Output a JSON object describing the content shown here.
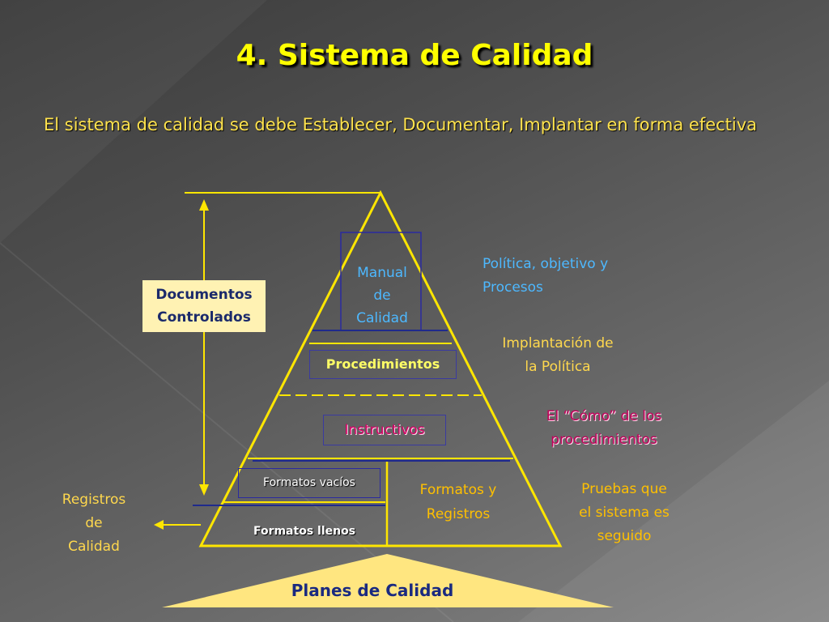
{
  "slide": {
    "title": "4. Sistema de Calidad",
    "intro": "El sistema de calidad se debe Establecer, Documentar, Implantar en forma efectiva"
  },
  "pyramid": {
    "documentos": {
      "line1": "Documentos",
      "line2": "Controlados"
    },
    "manual": {
      "line1": "Manual",
      "line2": "de",
      "line3": "Calidad"
    },
    "procedimientos": "Procedimientos",
    "instructivos": "Instructivos",
    "formatos_vacios": "Formatos vacíos",
    "formatos_llenos": "Formatos llenos",
    "formatos_registros": {
      "line1": "Formatos y",
      "line2": "Registros"
    },
    "registros_calidad": {
      "line1": "Registros",
      "line2": "de",
      "line3": "Calidad"
    },
    "planes": "Planes de Calidad"
  },
  "descriptions": {
    "politica": {
      "line1": "Política, objetivo y",
      "line2": "Procesos"
    },
    "implantacion": {
      "line1": "Implantación de",
      "line2": "la Política"
    },
    "como": {
      "line1": "El “Cómo” de los",
      "line2": "procedimientos"
    },
    "pruebas": {
      "line1": "Pruebas que",
      "line2": "el sistema es",
      "line3": "seguido"
    }
  },
  "colors": {
    "title": "#ffff00",
    "pyramid_outline": "#ffe600",
    "divider_blue": "#1f2a8c",
    "planes_fill": "#ffe680"
  }
}
